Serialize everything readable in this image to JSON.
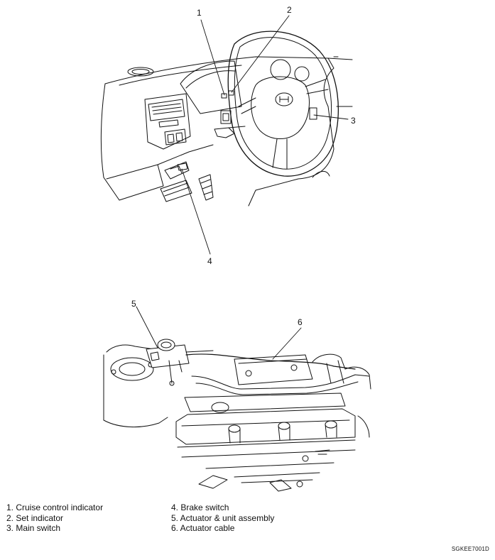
{
  "callouts": [
    "1",
    "2",
    "3",
    "4",
    "5",
    "6"
  ],
  "legend_left": [
    "1.  Cruise control indicator",
    "2.  Set indicator",
    "3.  Main switch"
  ],
  "legend_right": [
    "4. Brake switch",
    "5. Actuator & unit assembly",
    "6. Actuator cable"
  ],
  "figure_code": "SGKEE7001D"
}
